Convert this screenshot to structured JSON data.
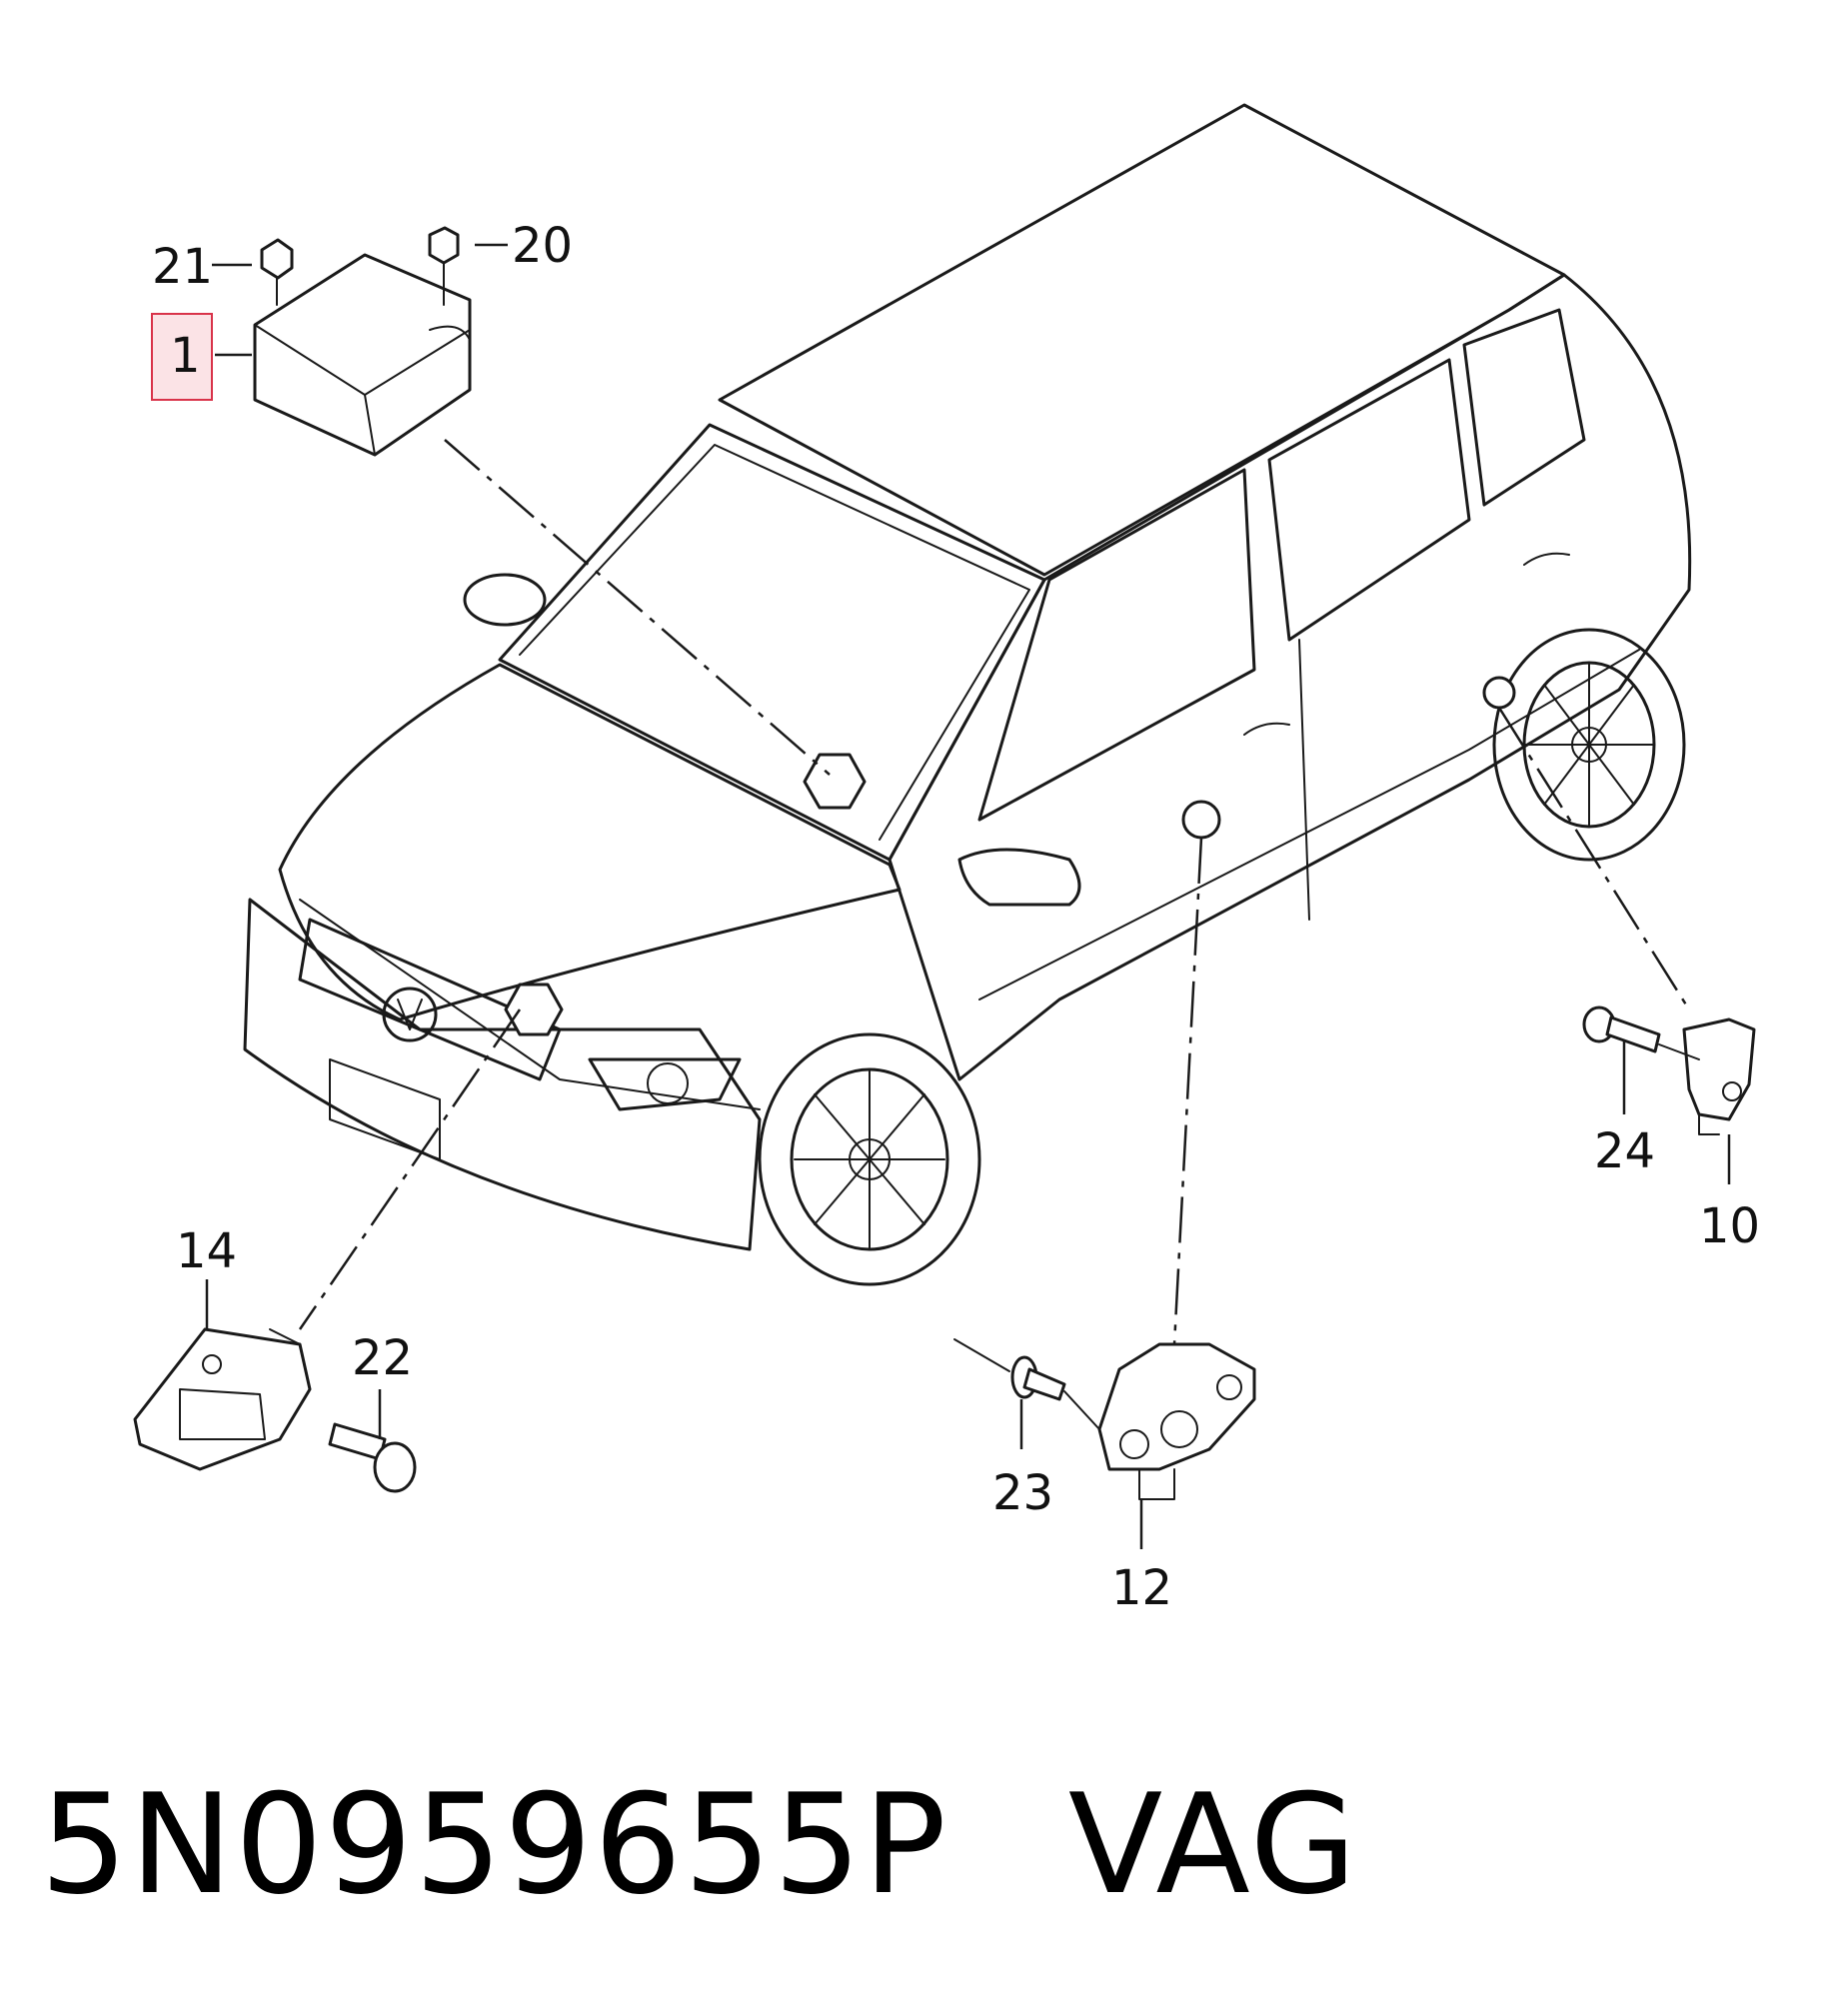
{
  "diagram": {
    "callouts": {
      "c1": "1",
      "c20": "20",
      "c21": "21",
      "c14": "14",
      "c22": "22",
      "c23": "23",
      "c12": "12",
      "c24": "24",
      "c10": "10"
    },
    "highlighted_callout": "1",
    "colors": {
      "line": "#1a1a1a",
      "highlight_fill": "#fbe3e6",
      "highlight_stroke": "#d9334a"
    }
  },
  "caption": {
    "part_number": "5N0959655P",
    "brand": "VAG"
  }
}
